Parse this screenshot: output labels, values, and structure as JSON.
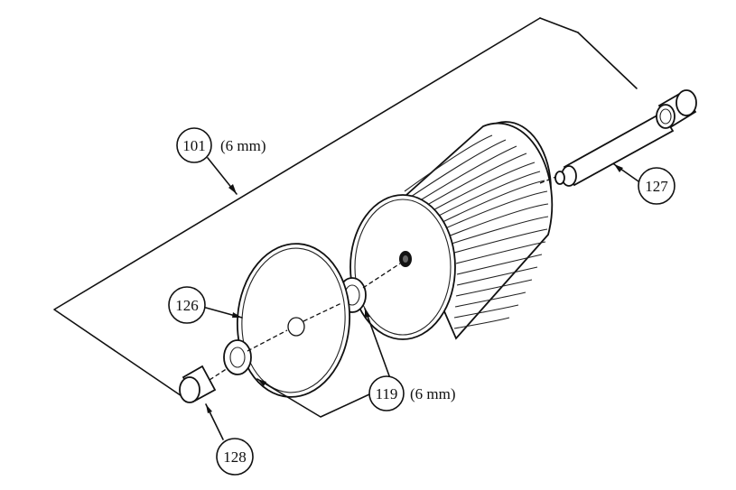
{
  "callouts": {
    "c101": {
      "number": "101",
      "note": "(6 mm)"
    },
    "c119": {
      "number": "119",
      "note": "(6 mm)"
    },
    "c126": {
      "number": "126"
    },
    "c127": {
      "number": "127"
    },
    "c128": {
      "number": "128"
    }
  },
  "colors": {
    "line": "#111111",
    "background": "#ffffff"
  }
}
